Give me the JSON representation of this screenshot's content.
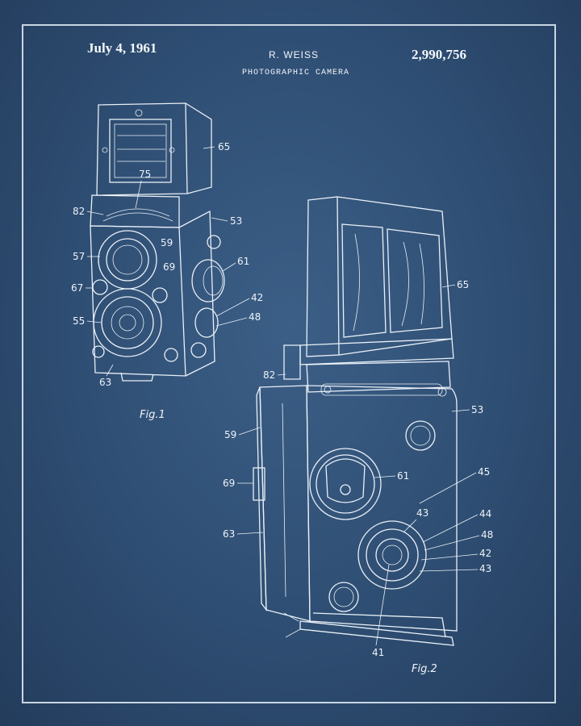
{
  "header": {
    "date": "July 4, 1961",
    "inventor": "R. WEISS",
    "title": "PHOTOGRAPHIC CAMERA",
    "patent_number": "2,990,756"
  },
  "figures": {
    "fig1_label": "Fig.1",
    "fig2_label": "Fig.2"
  },
  "fig1_refs": [
    "65",
    "75",
    "82",
    "53",
    "59",
    "57",
    "61",
    "69",
    "67",
    "42",
    "48",
    "55",
    "63"
  ],
  "fig2_refs": [
    "65",
    "82",
    "53",
    "59",
    "45",
    "69",
    "61",
    "43",
    "44",
    "48",
    "63",
    "42",
    "43",
    "41"
  ],
  "colors": {
    "background": "#2f4f74",
    "ink": "#eef3f8"
  }
}
